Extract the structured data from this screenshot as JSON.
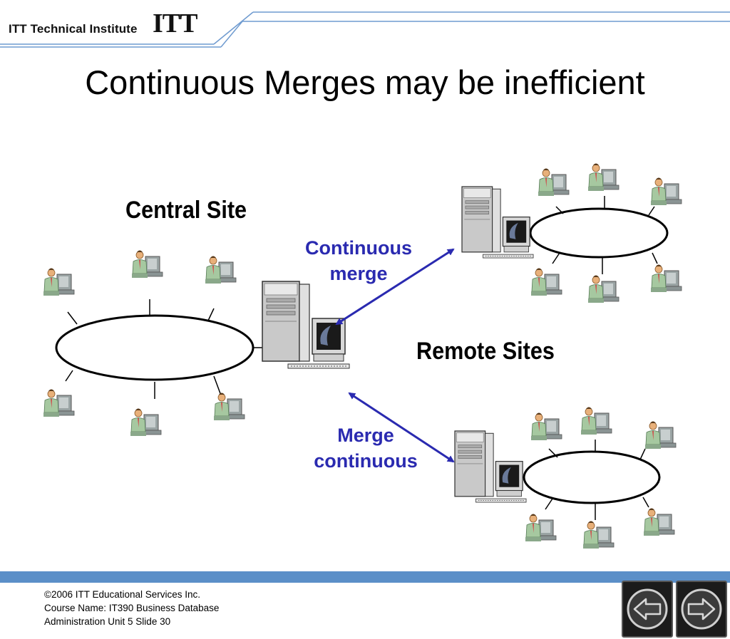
{
  "header": {
    "brand_text": "ITT Technical Institute",
    "brand_logo": "ITT"
  },
  "slide": {
    "title": "Continuous Merges may be inefficient"
  },
  "diagram": {
    "central_label": "Central Site",
    "remote_label": "Remote Sites",
    "arrow_top_label_line1": "Continuous",
    "arrow_top_label_line2": "merge",
    "arrow_bottom_label_line1": "Merge",
    "arrow_bottom_label_line2": "continuous",
    "colors": {
      "arrow": "#2a2ab0",
      "label_blue": "#2a2ab0",
      "ring": "#000000",
      "footer_bar": "#5b8fc8",
      "header_lines": "#6f9bd0"
    },
    "icons": [
      "server-icon",
      "user-workstation-icon",
      "left-arrow-icon",
      "right-arrow-icon"
    ]
  },
  "footer": {
    "line1": "©2006 ITT Educational Services Inc.",
    "line2": "Course Name: IT390 Business Database",
    "line3": "Administration Unit 5 Slide 30"
  }
}
